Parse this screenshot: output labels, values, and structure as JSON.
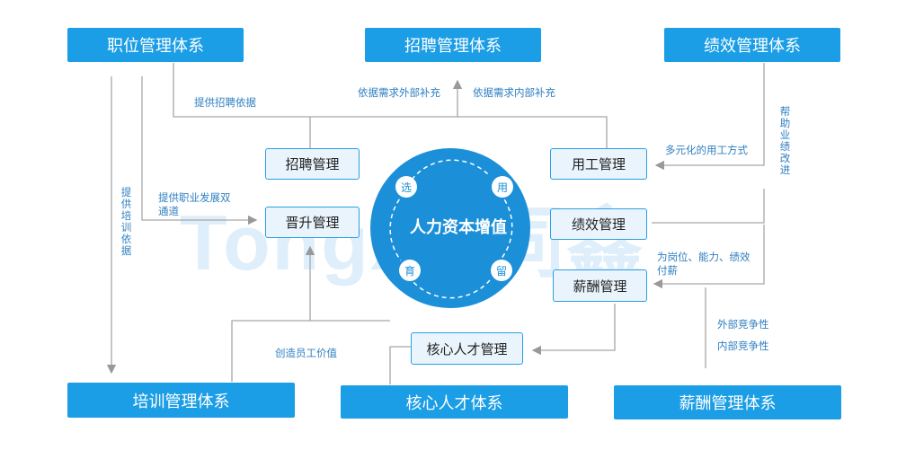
{
  "systems": {
    "position": "职位管理体系",
    "recruit": "招聘管理体系",
    "performance": "绩效管理体系",
    "training": "培训管理体系",
    "core_talent": "核心人才体系",
    "salary": "薪酬管理体系"
  },
  "modules": {
    "recruit": "招聘管理",
    "promotion": "晋升管理",
    "employment": "用工管理",
    "performance": "绩效管理",
    "salary": "薪酬管理",
    "core_talent": "核心人才管理"
  },
  "center": {
    "title": "人力资本增值",
    "steps": [
      "选",
      "用",
      "育",
      "留"
    ]
  },
  "watermark": "Tongxin同鑫",
  "labels": {
    "recruit_basis": "提供招聘依据",
    "external_supplement": "依据需求外部补充",
    "internal_supplement": "依据需求内部补充",
    "diversified_employment": "多元化的用工方式",
    "help_improve": "帮助业绩改进",
    "career_channels_line1": "提供职业发展双",
    "career_channels_line2": "通道",
    "training_basis": "提供培训依据",
    "pay_basis_line1": "为岗位、能力、绩效",
    "pay_basis_line2": "付薪",
    "external_competitive": "外部竞争性",
    "internal_competitive": "内部竞争性",
    "create_value": "创造员工价值"
  },
  "colors": {
    "primary": "#1b9ee6",
    "inner_bg": "#eaf4fc",
    "line": "#999999",
    "label": "#2f7fc1"
  }
}
